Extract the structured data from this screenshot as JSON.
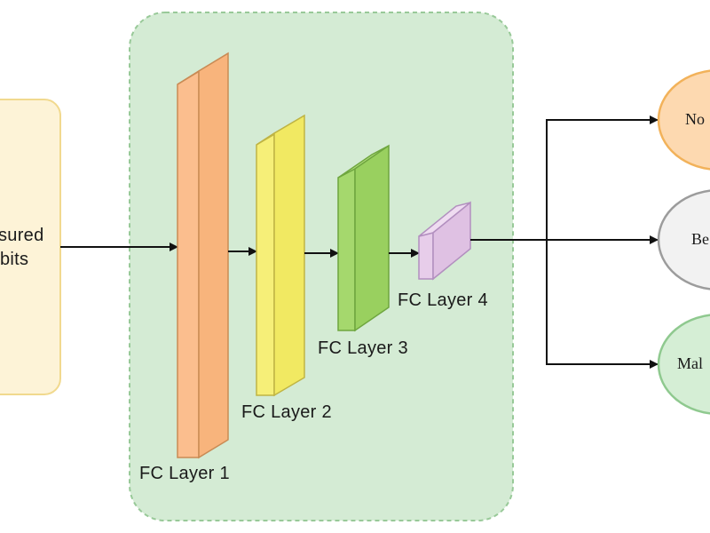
{
  "input": {
    "line1": "sured",
    "line2": "bits"
  },
  "layers": [
    {
      "label": "FC Layer  1",
      "color": "#fbbe8e"
    },
    {
      "label": "FC Layer 2",
      "color": "#f6ef78"
    },
    {
      "label": "FC Layer  3",
      "color": "#a5d86d"
    },
    {
      "label": "FC Layer  4",
      "color": "#e7cdea"
    }
  ],
  "outputs": [
    {
      "label": "No",
      "fill": "#fdd9b0",
      "stroke": "#f2b25a"
    },
    {
      "label": "Be",
      "fill": "#f2f2f2",
      "stroke": "#9c9c9c"
    },
    {
      "label": "Mal",
      "fill": "#d5eed5",
      "stroke": "#8fc98f"
    }
  ],
  "colors": {
    "container_fill": "#d4ebd4",
    "container_stroke": "#98c998",
    "input_fill": "#fdf3d7",
    "input_stroke": "#f1d98e"
  }
}
